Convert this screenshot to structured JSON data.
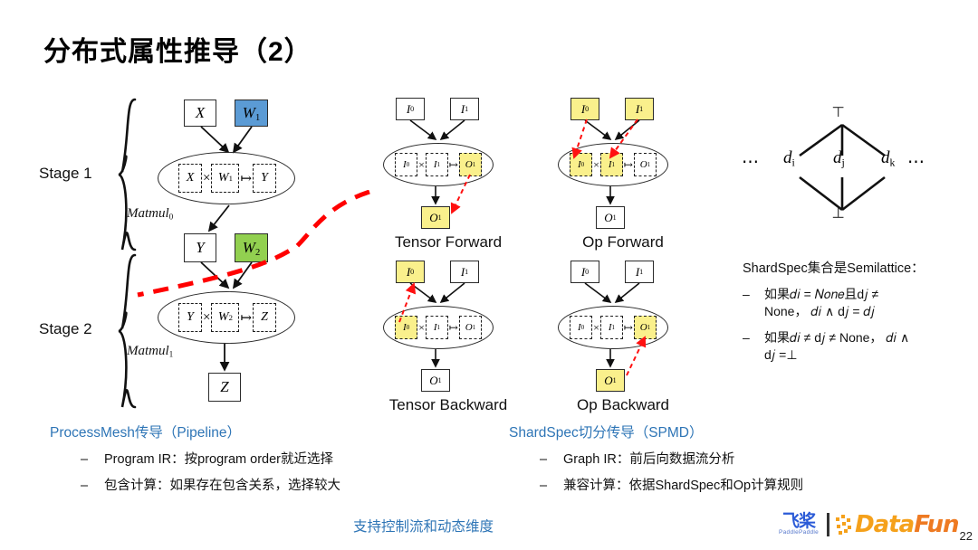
{
  "slide": {
    "title": "分布式属性推导（2）",
    "page_number": "22"
  },
  "left_diagram": {
    "stage1_label": "Stage 1",
    "stage2_label": "Stage 2",
    "matmul0_label": "Matmul",
    "matmul0_sub": "0",
    "matmul1_label": "Matmul",
    "matmul1_sub": "1",
    "nodes": {
      "x": "X",
      "w1": "W",
      "w1_sub": "1",
      "y_mid": "Y",
      "w2": "W",
      "w2_sub": "2",
      "z": "Z"
    },
    "op1": {
      "lhs": "X",
      "times": "×",
      "rhs": "W",
      "rhs_sub": "1",
      "maps": "↦",
      "out": "Y"
    },
    "op2": {
      "lhs": "Y",
      "times": "×",
      "rhs": "W",
      "rhs_sub": "2",
      "maps": "↦",
      "out": "Z"
    },
    "colors": {
      "w1_fill": "#5B9BD5",
      "w2_fill": "#92D050",
      "cut_line": "#FF0000"
    }
  },
  "middle_diagrams": [
    {
      "caption": "Tensor Forward",
      "in0": "I",
      "in0_sub": "0",
      "in1": "I",
      "in1_sub": "1",
      "out": "O",
      "out_sub": "1",
      "times": "×",
      "maps": "↦",
      "highlight": [
        "inner_out",
        "bottom_out"
      ]
    },
    {
      "caption": "Op Forward",
      "in0": "I",
      "in0_sub": "0",
      "in1": "I",
      "in1_sub": "1",
      "out": "O",
      "out_sub": "1",
      "times": "×",
      "maps": "↦",
      "highlight": [
        "top_in0",
        "top_in1",
        "inner_in0",
        "inner_in1"
      ]
    },
    {
      "caption": "Tensor Backward",
      "in0": "I",
      "in0_sub": "0",
      "in1": "I",
      "in1_sub": "1",
      "out": "O",
      "out_sub": "1",
      "times": "×",
      "maps": "↦",
      "highlight": [
        "top_in0",
        "inner_in0"
      ]
    },
    {
      "caption": "Op Backward",
      "in0": "I",
      "in0_sub": "0",
      "in1": "I",
      "in1_sub": "1",
      "out": "O",
      "out_sub": "1",
      "times": "×",
      "maps": "↦",
      "highlight": [
        "inner_out",
        "bottom_out"
      ]
    }
  ],
  "lattice": {
    "top": "⊤",
    "bottom": "⊥",
    "left_dots": "⋯",
    "right_dots": "⋯",
    "node_i": "d",
    "node_i_sub": "i",
    "node_j": "d",
    "node_j_sub": "j",
    "node_k": "d",
    "node_k_sub": "k"
  },
  "shardspec_note": {
    "title": "ShardSpec集合是Semilattice：",
    "items": [
      "如果𝑑ᵢ = 𝑁𝑜𝑛𝑒且dⱼ ≠ None，𝑑ᵢ ∧ dⱼ = 𝑑ⱼ",
      "如果𝑑ᵢ ≠ dⱼ ≠ None，𝑑ᵢ ∧ dⱼ =⊥"
    ],
    "item1_line1": "如果𝑑𝑖 = 𝑁𝑜𝑛𝑒且d𝑗 ≠",
    "item1_line2": "None， 𝑑𝑖 ∧ d𝑗 = 𝑑𝑗",
    "item2_line1": "如果𝑑𝑖 ≠ d𝑗 ≠ None， 𝑑𝑖 ∧",
    "item2_line2": "d𝑗 =⊥"
  },
  "bottom_left": {
    "heading": "ProcessMesh传导（Pipeline）",
    "bullets": [
      "Program IR：按program order就近选择",
      "包含计算：如果存在包含关系，选择较大"
    ],
    "dash": "–"
  },
  "bottom_right": {
    "heading": "ShardSpec切分传导（SPMD）",
    "bullets": [
      "Graph IR：前后向数据流分析",
      "兼容计算：依据ShardSpec和Op计算规则"
    ],
    "dash": "–"
  },
  "footer": {
    "center_text": "支持控制流和动态维度",
    "logo_paddle_cn": "飞桨",
    "logo_paddle_en": "PaddlePaddle",
    "logo_datafun_data": "Data",
    "logo_datafun_fun": "Fun",
    "accent_blue": "#2E75B6"
  }
}
